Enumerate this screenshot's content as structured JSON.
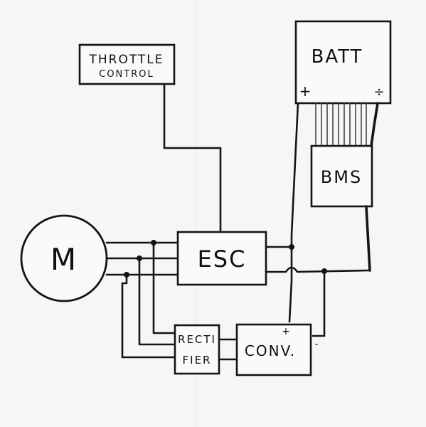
{
  "diagram": {
    "components": {
      "throttle": {
        "line1": "THROTTLE",
        "line2": "CONTROL"
      },
      "battery": {
        "label": "BATT",
        "plus": "+",
        "minus": "÷"
      },
      "bms": {
        "label": "BMS"
      },
      "motor": {
        "label": "M"
      },
      "esc": {
        "label": "ESC"
      },
      "rectifier": {
        "line1": "RECTI",
        "line2": "FIER"
      },
      "converter": {
        "label": "CONV.",
        "plus": "+",
        "minus": "-"
      }
    },
    "colors": {
      "ink": "#141414",
      "paper": "#f6f6f4"
    }
  }
}
